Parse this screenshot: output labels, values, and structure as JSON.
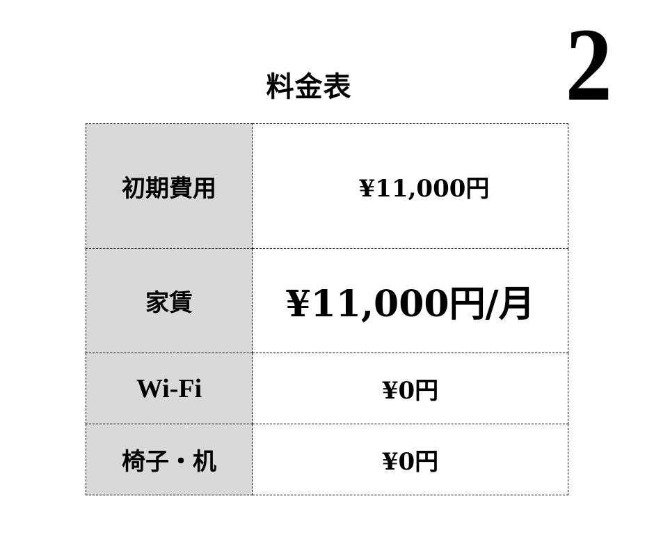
{
  "page_number": "2",
  "title": "料金表",
  "rows": [
    {
      "label": "初期費用",
      "value": "¥11,000円"
    },
    {
      "label": "家賃",
      "value": "¥11,000円/月"
    },
    {
      "label": "Wi-Fi",
      "value": "¥0円"
    },
    {
      "label": "椅子・机",
      "value": "¥0円"
    }
  ]
}
